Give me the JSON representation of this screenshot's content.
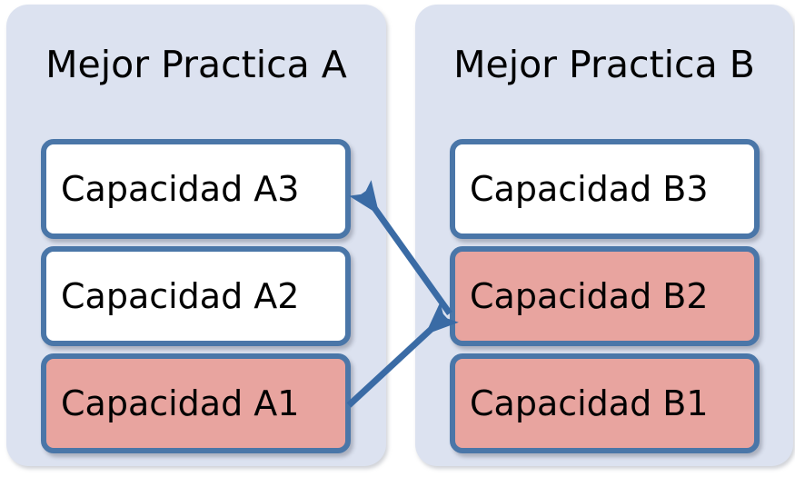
{
  "diagram": {
    "title": "",
    "colors": {
      "panel_background": "#dce2f0",
      "box_border": "#4a76a8",
      "box_fill_default": "#ffffff",
      "box_fill_highlight": "#e8a49f",
      "arrow": "#3a6ba5",
      "text": "#000000"
    },
    "panels": [
      {
        "id": "panel-a",
        "title": "Mejor Practica A",
        "boxes": [
          {
            "id": "a3",
            "label": "Capacidad A3",
            "fill": "white"
          },
          {
            "id": "a2",
            "label": "Capacidad A2",
            "fill": "white"
          },
          {
            "id": "a1",
            "label": "Capacidad A1",
            "fill": "salmon"
          }
        ]
      },
      {
        "id": "panel-b",
        "title": "Mejor Practica B",
        "boxes": [
          {
            "id": "b3",
            "label": "Capacidad B3",
            "fill": "white"
          },
          {
            "id": "b2",
            "label": "Capacidad B2",
            "fill": "salmon"
          },
          {
            "id": "b1",
            "label": "Capacidad B1",
            "fill": "salmon"
          }
        ]
      }
    ],
    "connectors": [
      {
        "id": "arrow-b2-to-a3",
        "label": "",
        "from": "Capacidad B2",
        "to": "Capacidad A3",
        "direction": "up-left"
      },
      {
        "id": "arrow-a1-to-b2",
        "label": "",
        "from": "Capacidad A1",
        "to": "Capacidad B2",
        "direction": "up-right"
      }
    ]
  }
}
